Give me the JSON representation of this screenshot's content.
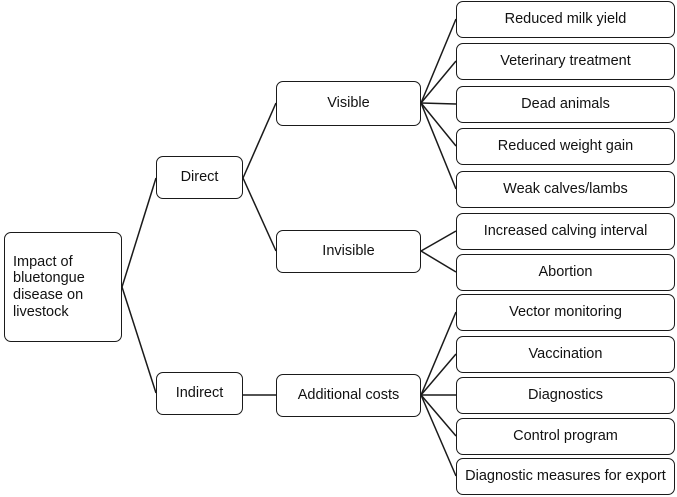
{
  "root": {
    "label": "Impact of bluetongue disease on livestock"
  },
  "branches": {
    "direct": "Direct",
    "indirect": "Indirect"
  },
  "sub_branches": {
    "visible": "Visible",
    "invisible": "Invisible",
    "additional_costs": "Additional costs"
  },
  "leaves": {
    "visible": [
      "Reduced milk yield",
      "Veterinary treatment",
      "Dead animals",
      "Reduced weight gain",
      "Weak calves/lambs"
    ],
    "invisible": [
      "Increased calving interval",
      "Abortion"
    ],
    "additional_costs": [
      "Vector monitoring",
      "Vaccination",
      "Diagnostics",
      "Control program",
      "Diagnostic measures for export"
    ]
  },
  "colors": {
    "line": "#1a1a1a",
    "box_border": "#1a1a1a",
    "background": "#ffffff"
  }
}
